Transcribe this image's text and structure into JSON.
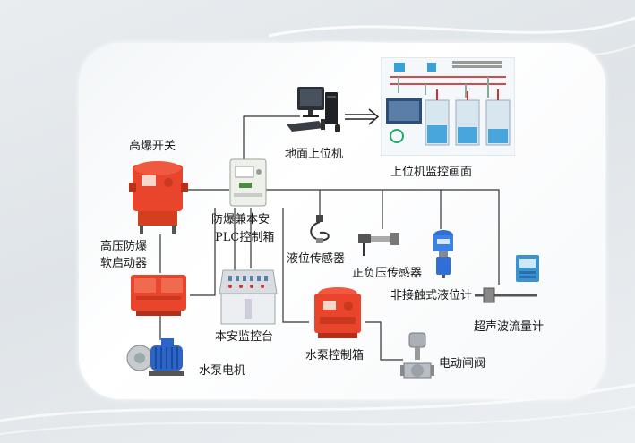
{
  "labels": {
    "gaobao_switch": "高爆开关",
    "ground_pc": "地面上位机",
    "monitor_screen": "上位机监控画面",
    "plc_box_line1": "防爆兼本安",
    "plc_box_line2": "PLC控制箱",
    "soft_starter_line1": "高压防爆",
    "soft_starter_line2": "软启动器",
    "level_sensor": "液位传感器",
    "pressure_sensor": "正负压传感器",
    "noncontact_level": "非接触式液位计",
    "ultrasonic_flow": "超声波流量计",
    "safety_console": "本安监控台",
    "pump_control_box": "水泵控制箱",
    "pump_motor": "水泵电机",
    "electric_valve": "电动闸阀"
  },
  "colors": {
    "accent_red": "#e8452c",
    "line": "#333333"
  }
}
